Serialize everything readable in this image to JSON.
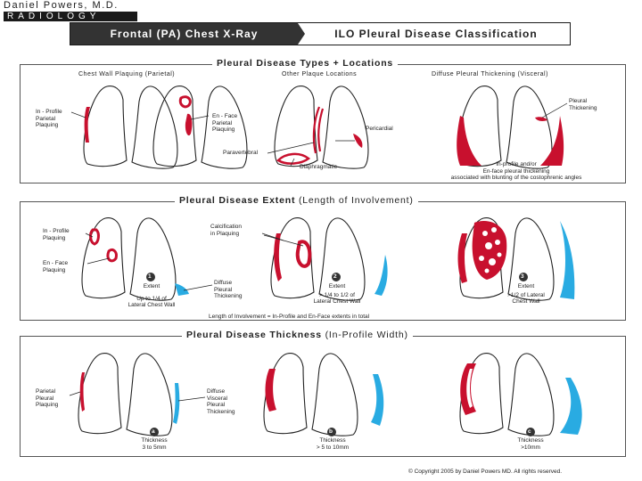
{
  "brand": {
    "name": "Daniel Powers, M.D.",
    "dept": "RADIOLOGY"
  },
  "header": {
    "left": "Frontal (PA) Chest X-Ray",
    "right": "ILO Pleural Disease Classification"
  },
  "colors": {
    "plaque": "#c8102e",
    "thickening": "#29abe2",
    "outline": "#222222"
  },
  "types": {
    "title": "Pleural Disease Types + Locations",
    "sub_chest_wall": "Chest Wall Plaquing (Parietal)",
    "sub_other": "Other Plaque Locations",
    "sub_diffuse": "Diffuse Pleural Thickening (Visceral)",
    "in_profile": [
      "In - Profile",
      "Parietal",
      "Plaquing"
    ],
    "en_face": [
      "En - Face",
      "Parietal",
      "Plaquing"
    ],
    "pericardial": "Pericardial",
    "paravertebral": "Paravertebral",
    "diaphragmatic": "Diaphragmatic",
    "pleural_thickening": [
      "Pleural",
      "Thickening"
    ],
    "diffuse_note": [
      "In-profile and/or",
      "En-face pleural thickening",
      "associated with blunting of the costophrenic angles"
    ]
  },
  "extent": {
    "title_bold": "Pleural Disease Extent",
    "title_rest": "(Length of Involvement)",
    "in_profile": [
      "In - Profile",
      "Plaquing"
    ],
    "en_face": [
      "En - Face",
      "Plaquing"
    ],
    "calcification": [
      "Calcification",
      "in Plaquing"
    ],
    "diffuse": [
      "Diffuse",
      "Pleural",
      "Thickening"
    ],
    "grades": [
      {
        "num": "1",
        "label": "Extent",
        "desc": [
          "Up to 1/4 of",
          "Lateral Chest Wall"
        ]
      },
      {
        "num": "2",
        "label": "Extent",
        "desc": [
          "> 1/4 to 1/2 of",
          "Lateral Chest Wall"
        ]
      },
      {
        "num": "3",
        "label": "Extent",
        "desc": [
          ">1/2 of Lateral",
          "Chest Wall"
        ]
      }
    ],
    "footnote": "Length of Involvement = In-Profile and En-Face extents in total"
  },
  "thickness": {
    "title_bold": "Pleural Disease Thickness",
    "title_rest": "(In-Profile Width)",
    "parietal": [
      "Parietal",
      "Pleural",
      "Plaquing"
    ],
    "diffuse": [
      "Diffuse",
      "Visceral",
      "Pleural",
      "Thickening"
    ],
    "grades": [
      {
        "num": "a",
        "label": "Thickness",
        "desc": "3 to 5mm"
      },
      {
        "num": "b",
        "label": "Thickness",
        "desc": "> 5 to 10mm"
      },
      {
        "num": "c",
        "label": "Thickness",
        "desc": ">10mm"
      }
    ]
  },
  "copyright": "© Copyright 2005 by Daniel Powers MD. All rights reserved."
}
